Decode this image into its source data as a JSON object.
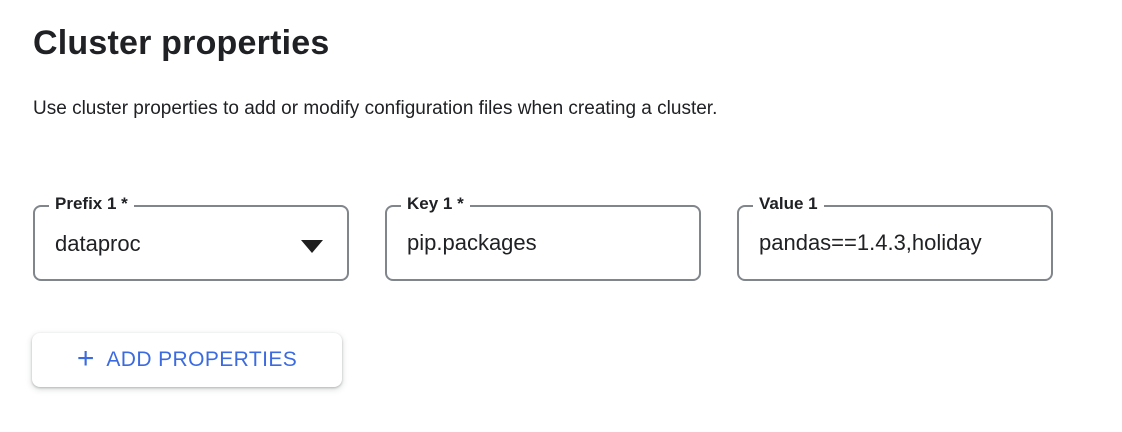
{
  "header": {
    "title": "Cluster properties",
    "description": "Use cluster properties to add or modify configuration files when creating a cluster."
  },
  "property_row": {
    "prefix": {
      "label": "Prefix 1 *",
      "value": "dataproc",
      "icon": "caret-down-icon"
    },
    "key": {
      "label": "Key 1 *",
      "value": "pip.packages"
    },
    "value": {
      "label": "Value 1",
      "value": "pandas==1.4.3,holiday"
    }
  },
  "actions": {
    "add_properties": {
      "icon": "+",
      "label": "ADD PROPERTIES"
    }
  },
  "colors": {
    "accent_blue": "#3c6be0",
    "text_primary": "#202124",
    "field_border": "#80868b",
    "background": "#ffffff"
  }
}
